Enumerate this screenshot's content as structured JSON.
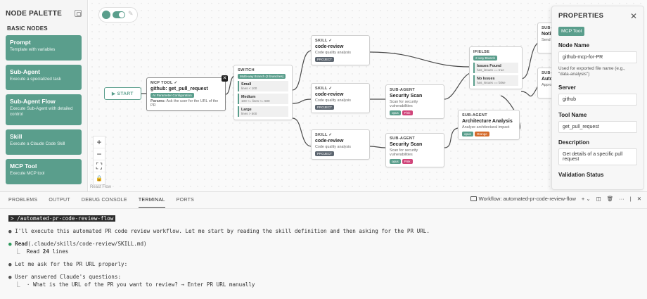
{
  "palette": {
    "title": "NODE PALETTE",
    "section": "BASIC NODES",
    "items": [
      {
        "title": "Prompt",
        "desc": "Template with variables"
      },
      {
        "title": "Sub-Agent",
        "desc": "Execute a specialized task"
      },
      {
        "title": "Sub-Agent Flow",
        "desc": "Execute Sub-Agent with detailed control"
      },
      {
        "title": "Skill",
        "desc": "Execute a Claude Code Skill"
      },
      {
        "title": "MCP Tool",
        "desc": "Execute MCP tool"
      }
    ]
  },
  "canvas": {
    "react_flow": "React Flow",
    "zoom_in": "+",
    "zoom_out": "−",
    "fit": "⛶",
    "lock": "🔒"
  },
  "nodes": {
    "start": "▶  START",
    "mcp": {
      "type": "MCP TOOL ✓",
      "name": "github: get_pull_request",
      "badge": "AI Parameter Configuration",
      "params_label": "Params:",
      "params": "Ask the user for the URL of the PR"
    },
    "switch": {
      "type": "SWITCH",
      "badge": "Multi-way Branch (3 branches)",
      "cases": [
        {
          "name": "Small",
          "cond": "lines < 100"
        },
        {
          "name": "Medium",
          "cond": "100 <= lines <= 500"
        },
        {
          "name": "Large",
          "cond": "lines > 500"
        }
      ]
    },
    "skill1": {
      "type": "SKILL ✓",
      "name": "code-review",
      "desc": "Code quality analysis",
      "tag": "PROJECT"
    },
    "skill2": {
      "type": "SKILL ✓",
      "name": "code-review",
      "desc": "Code quality analysis",
      "tag": "PROJECT"
    },
    "skill3": {
      "type": "SKILL ✓",
      "name": "code-review",
      "desc": "Code quality analysis",
      "tag": "PROJECT"
    },
    "sub1": {
      "type": "SUB-AGENT",
      "name": "Security Scan",
      "desc": "Scan for security vulnerabilities",
      "tags": [
        "opus",
        "Pink"
      ]
    },
    "sub2": {
      "type": "SUB-AGENT",
      "name": "Security Scan",
      "desc": "Scan for security vulnerabilities",
      "tags": [
        "opus",
        "Pink"
      ]
    },
    "ifelse": {
      "type": "IF/ELSE",
      "badge": "2-way Branch",
      "cases": [
        {
          "name": "Issues Found",
          "cond": "has_issues == true"
        },
        {
          "name": "No Issues",
          "cond": "has_issues == false"
        }
      ]
    },
    "arch": {
      "type": "SUB-AGENT",
      "name": "Architecture Analysis",
      "desc": "Analyze architectural impact",
      "tags": [
        "opus",
        "Orange"
      ]
    },
    "edge1": {
      "type": "SUB-",
      "name": "Notif",
      "desc": "Send"
    },
    "edge2": {
      "type": "SUB-",
      "name": "Auto",
      "desc": "Appro"
    }
  },
  "properties": {
    "title": "PROPERTIES",
    "chip": "MCP Tool",
    "node_name_label": "Node Name",
    "node_name": "github-mcp-for-PR",
    "node_name_hint": "Used for exported file name (e.g., \"data-analysis\")",
    "server_label": "Server",
    "server": "github",
    "tool_label": "Tool Name",
    "tool": "get_pull_request",
    "desc_label": "Description",
    "desc": "Get details of a specific pull request",
    "validation_label": "Validation Status"
  },
  "panel": {
    "tabs": [
      "PROBLEMS",
      "OUTPUT",
      "DEBUG CONSOLE",
      "TERMINAL",
      "PORTS"
    ],
    "active_tab": "TERMINAL",
    "workflow": "Workflow: automated-pr-code-review-flow",
    "actions": [
      "+ ⌄",
      "◫",
      "🗑",
      "···",
      "|",
      "✕"
    ]
  },
  "terminal": {
    "prompt": ">",
    "command": "/automated-pr-code-review-flow",
    "msg1": "I'll execute this automated PR code review workflow. Let me start by reading the skill definition and then asking for the PR URL.",
    "read_fn": "Read",
    "read_arg": "(.claude/skills/code-review/SKILL.md)",
    "read_result_pre": "⎿  Read ",
    "read_result_num": "24",
    "read_result_post": " lines",
    "msg2": "Let me ask for the PR URL properly:",
    "msg3": "User answered Claude's questions:",
    "answer": "⎿  · What is the URL of the PR you want to review? → Enter PR URL manually"
  }
}
